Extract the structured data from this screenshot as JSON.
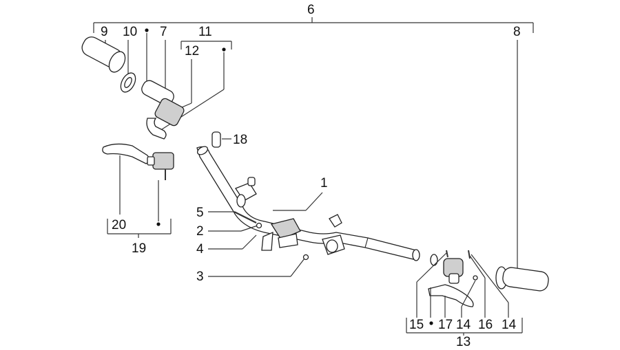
{
  "labels": {
    "l6": "6",
    "l9": "9",
    "l10": "10",
    "l7": "7",
    "l11": "11",
    "l12": "12",
    "l8": "8",
    "l18": "18",
    "l1": "1",
    "l5": "5",
    "l2": "2",
    "l4": "4",
    "l3": "3",
    "l20": "20",
    "l19": "19",
    "l15": "15",
    "l17": "17",
    "l14a": "14",
    "l16": "16",
    "l14b": "14",
    "l13": "13"
  },
  "colors": {
    "line": "#333333",
    "text": "#111111",
    "background": "#ffffff"
  }
}
